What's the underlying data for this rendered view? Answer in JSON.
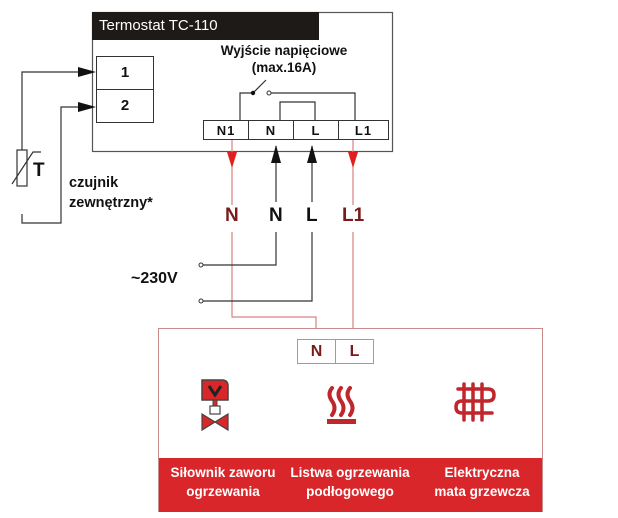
{
  "thermostat": {
    "title": "Termostat TC-110",
    "output_label_line1": "Wyjście napięciowe",
    "output_label_line2": "(max.16A)",
    "output_terminals": [
      "N1",
      "N",
      "L",
      "L1"
    ],
    "sensor_terminals": [
      "1",
      "2"
    ]
  },
  "sensor": {
    "symbol": "T",
    "label_line1": "czujnik",
    "label_line2": "zewnętrzny*"
  },
  "wires": {
    "labels": [
      "N",
      "N",
      "L",
      "L1"
    ],
    "supply_label": "~230V"
  },
  "device": {
    "terminals": [
      "N",
      "L"
    ],
    "items": [
      {
        "icon": "valve-actuator-icon",
        "label_line1": "Siłownik zaworu",
        "label_line2": "ogrzewania"
      },
      {
        "icon": "heating-strip-icon",
        "label_line1": "Listwa ogrzewania",
        "label_line2": "podłogowego"
      },
      {
        "icon": "heating-mat-icon",
        "label_line1": "Elektryczna",
        "label_line2": "mata grzewcza"
      }
    ]
  },
  "colors": {
    "red": "#d9262a",
    "dark_red": "#7a1a1a",
    "wire_red": "#d98080",
    "header": "#1d1a17"
  }
}
